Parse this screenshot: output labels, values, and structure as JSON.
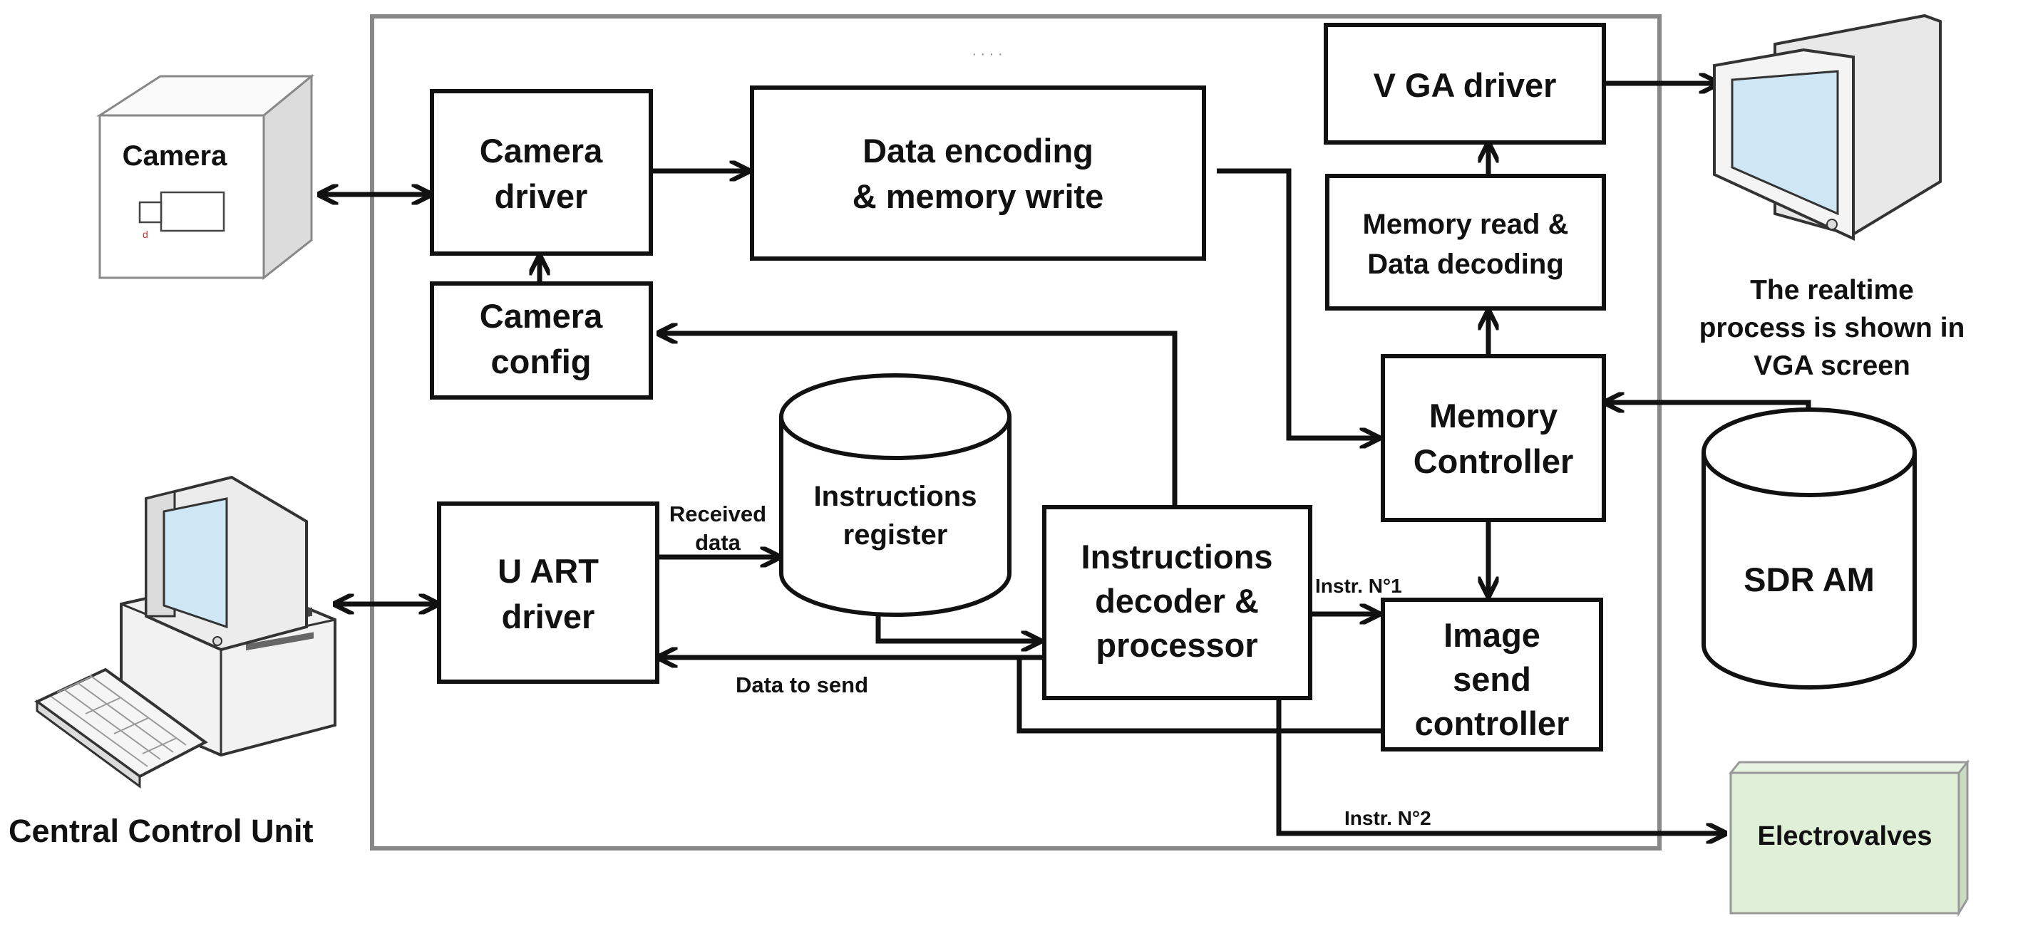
{
  "blocks": {
    "camera_driver": [
      "Camera",
      "driver"
    ],
    "data_encoding": [
      "Data encoding",
      "& memory write"
    ],
    "vga_driver": [
      "V GA driver"
    ],
    "memory_read": [
      "Memory read &",
      "Data decoding"
    ],
    "camera_config": [
      "Camera",
      "config"
    ],
    "instructions_register": [
      "Instructions",
      "register"
    ],
    "memory_controller": [
      "Memory",
      "Controller"
    ],
    "uart_driver": [
      "U ART",
      "driver"
    ],
    "instructions_decoder": [
      "Instructions",
      "decoder &",
      "processor"
    ],
    "image_send": [
      "Image",
      "send",
      "controller"
    ],
    "sdram": [
      "SDR AM"
    ]
  },
  "externals": {
    "camera": "Camera",
    "central_control_unit": "Central Control Unit",
    "electrovalves": "Electrovalves",
    "vga_caption": [
      "The realtime",
      "process is shown in",
      "VGA screen"
    ]
  },
  "signals": {
    "received_data": [
      "Received",
      "data"
    ],
    "data_to_send": "Data to send",
    "instr_1": "Instr. N°1",
    "instr_2": "Instr. N°2"
  },
  "colors": {
    "stroke": "#111111",
    "electrovalves_fill": "#e0f0d8",
    "screen_fill": "#cfe6f5",
    "housing_fill": "#f2f2f2",
    "fpga_border": "#888888"
  }
}
